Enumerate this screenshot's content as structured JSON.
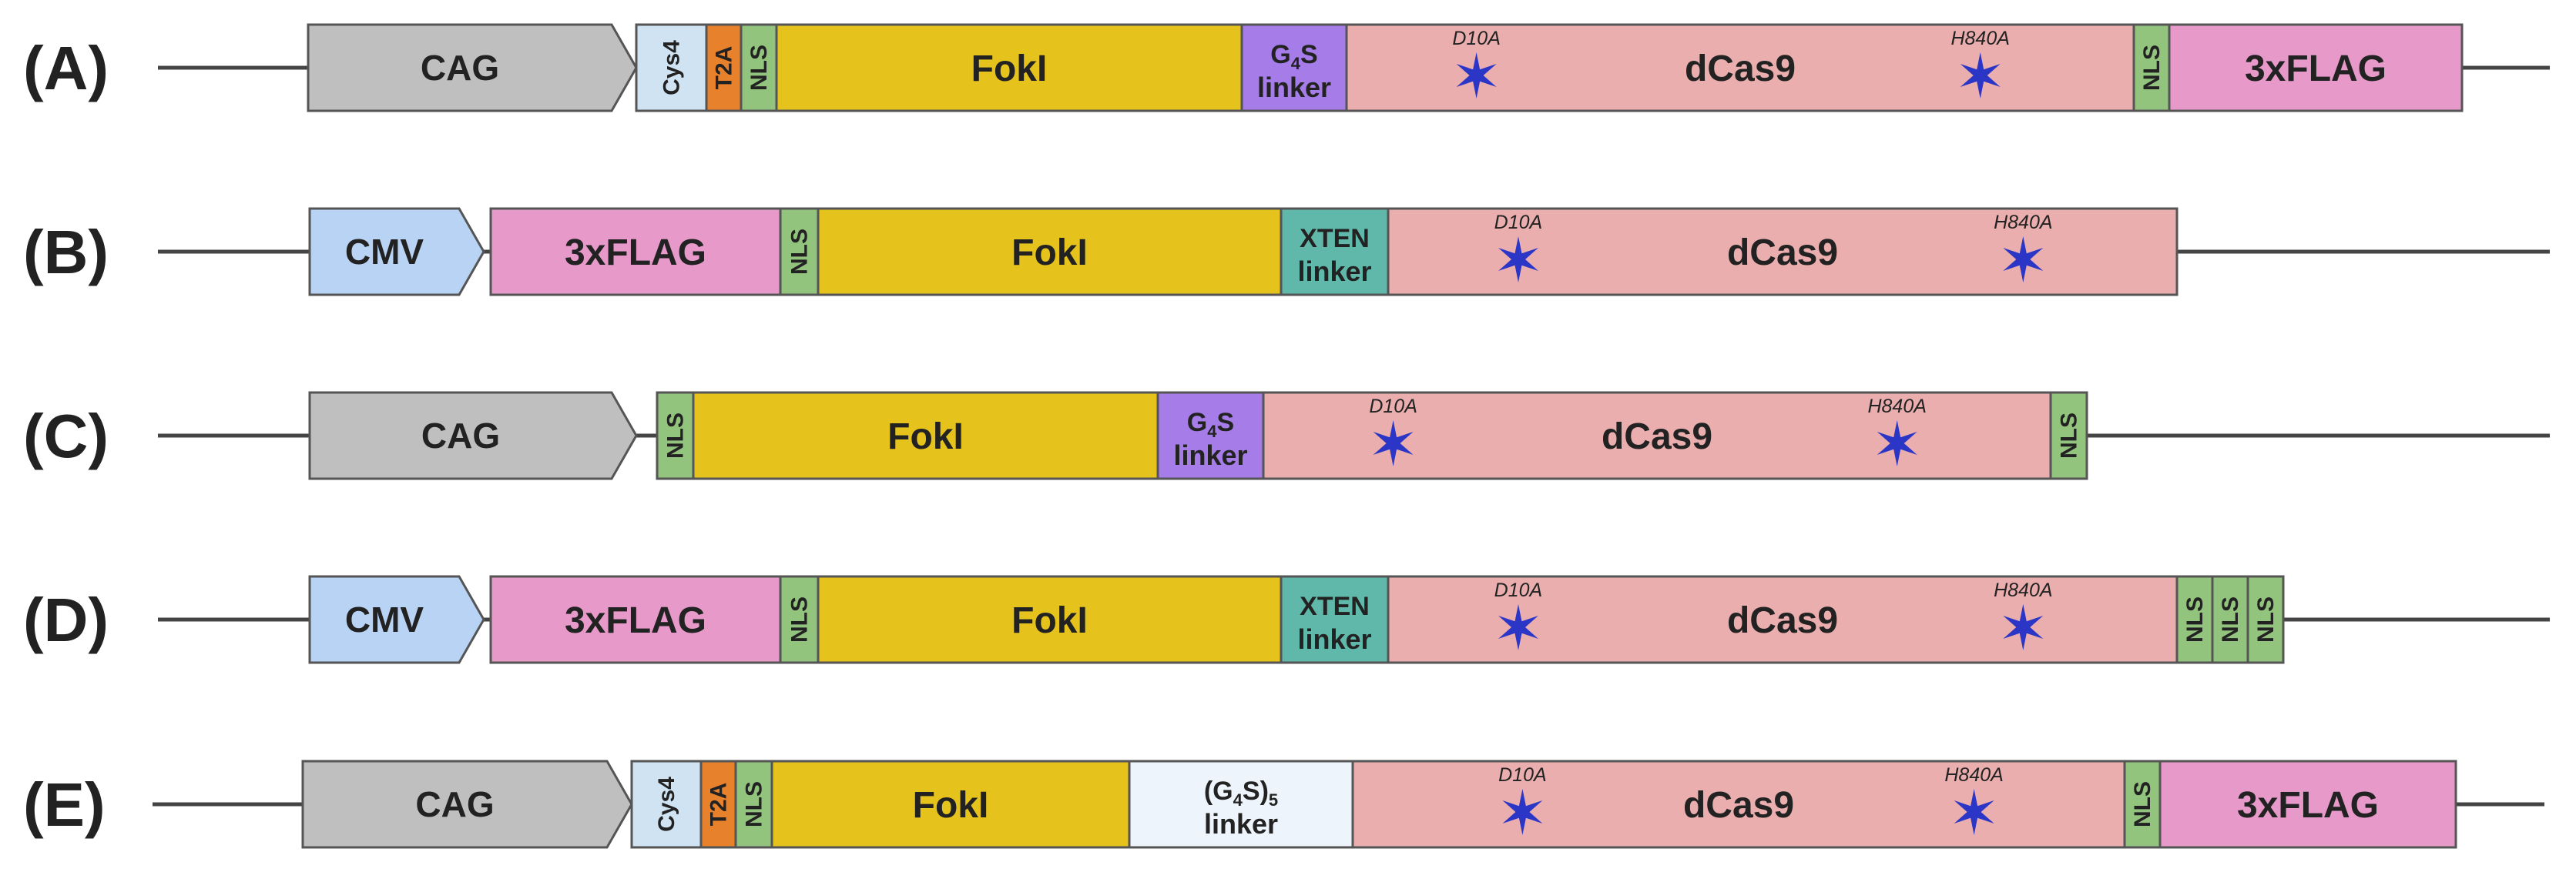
{
  "constructs": [
    {
      "label": "(A)",
      "promoter": {
        "name": "CAG",
        "color": "#bfbfbf"
      },
      "elements": [
        {
          "name": "Cys4",
          "color": "#cfe3f3",
          "vertical": true
        },
        {
          "name": "T2A",
          "color": "#e8812b",
          "vertical": true
        },
        {
          "name": "NLS",
          "color": "#93c47d",
          "vertical": true
        },
        {
          "name": "FokI",
          "color": "#e6c21d"
        },
        {
          "name": "G4S linker",
          "line1_main": "G",
          "line1_sub": "4",
          "line1_tail": "S",
          "line2": "linker",
          "color": "#a57ce8"
        },
        {
          "name": "dCas9",
          "color": "#ebaeae",
          "mutations": [
            "D10A",
            "H840A"
          ]
        },
        {
          "name": "NLS",
          "color": "#93c47d",
          "vertical": true
        },
        {
          "name": "3xFLAG",
          "color": "#e79ac9"
        }
      ]
    },
    {
      "label": "(B)",
      "promoter": {
        "name": "CMV",
        "color": "#b9d3f5"
      },
      "elements": [
        {
          "name": "3xFLAG",
          "color": "#e79ac9"
        },
        {
          "name": "NLS",
          "color": "#93c47d",
          "vertical": true
        },
        {
          "name": "FokI",
          "color": "#e6c21d"
        },
        {
          "name": "XTEN linker",
          "line1_main": "XTEN",
          "line2": "linker",
          "color": "#5fb8aa"
        },
        {
          "name": "dCas9",
          "color": "#ebaeae",
          "mutations": [
            "D10A",
            "H840A"
          ]
        }
      ]
    },
    {
      "label": "(C)",
      "promoter": {
        "name": "CAG",
        "color": "#bfbfbf"
      },
      "elements": [
        {
          "name": "NLS",
          "color": "#93c47d",
          "vertical": true
        },
        {
          "name": "FokI",
          "color": "#e6c21d"
        },
        {
          "name": "G4S linker",
          "line1_main": "G",
          "line1_sub": "4",
          "line1_tail": "S",
          "line2": "linker",
          "color": "#a57ce8"
        },
        {
          "name": "dCas9",
          "color": "#ebaeae",
          "mutations": [
            "D10A",
            "H840A"
          ]
        },
        {
          "name": "NLS",
          "color": "#93c47d",
          "vertical": true
        }
      ]
    },
    {
      "label": "(D)",
      "promoter": {
        "name": "CMV",
        "color": "#b9d3f5"
      },
      "elements": [
        {
          "name": "3xFLAG",
          "color": "#e79ac9"
        },
        {
          "name": "NLS",
          "color": "#93c47d",
          "vertical": true
        },
        {
          "name": "FokI",
          "color": "#e6c21d"
        },
        {
          "name": "XTEN linker",
          "line1_main": "XTEN",
          "line2": "linker",
          "color": "#5fb8aa"
        },
        {
          "name": "dCas9",
          "color": "#ebaeae",
          "mutations": [
            "D10A",
            "H840A"
          ]
        },
        {
          "name": "NLS",
          "color": "#93c47d",
          "vertical": true
        },
        {
          "name": "NLS",
          "color": "#93c47d",
          "vertical": true
        },
        {
          "name": "NLS",
          "color": "#93c47d",
          "vertical": true
        }
      ]
    },
    {
      "label": "(E)",
      "promoter": {
        "name": "CAG",
        "color": "#bfbfbf"
      },
      "elements": [
        {
          "name": "Cys4",
          "color": "#cfe3f3",
          "vertical": true
        },
        {
          "name": "T2A",
          "color": "#e8812b",
          "vertical": true
        },
        {
          "name": "NLS",
          "color": "#93c47d",
          "vertical": true
        },
        {
          "name": "FokI",
          "color": "#e6c21d"
        },
        {
          "name": "(G4S)5 linker",
          "line1_main": "(G",
          "line1_sub": "4",
          "line1_tail": "S)",
          "line1_sub2": "5",
          "line2": "linker",
          "color": "#eef4fb"
        },
        {
          "name": "dCas9",
          "color": "#ebaeae",
          "mutations": [
            "D10A",
            "H840A"
          ]
        },
        {
          "name": "NLS",
          "color": "#93c47d",
          "vertical": true
        },
        {
          "name": "3xFLAG",
          "color": "#e79ac9"
        }
      ]
    }
  ],
  "colors": {
    "backbone": "#444444",
    "outline": "#555555",
    "star": "#2b36c6",
    "text": "#222222"
  }
}
